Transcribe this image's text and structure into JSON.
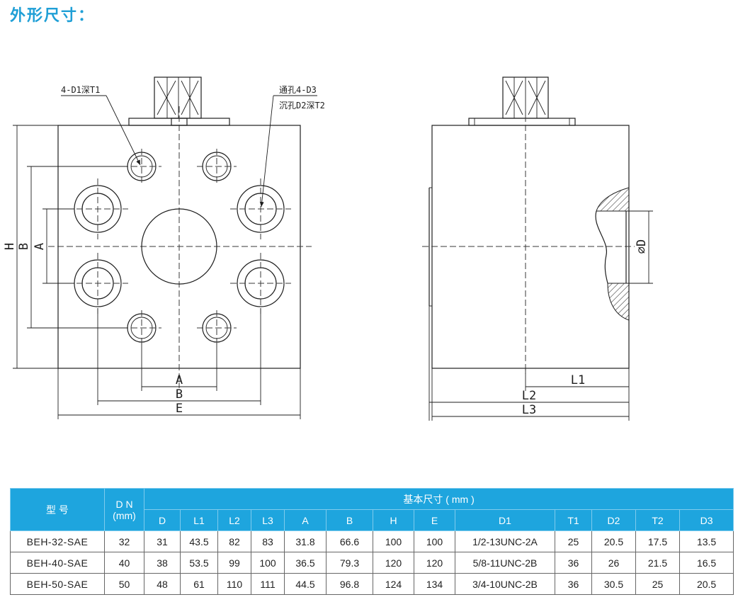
{
  "title": "外形尺寸：",
  "drawing": {
    "labels": {
      "d1": "4-D1深T1",
      "d3": "通孔4-D3",
      "d2": "沉孔D2深T2",
      "H": "H",
      "B": "B",
      "A": "A",
      "E": "E",
      "L1": "L1",
      "L2": "L2",
      "L3": "L3",
      "D": "⌀D"
    }
  },
  "table": {
    "header_model": "型 号",
    "header_dn": "D N",
    "header_dn_unit": "(mm)",
    "header_group": "基本尺寸 ( mm )",
    "columns": [
      "D",
      "L1",
      "L2",
      "L3",
      "A",
      "B",
      "H",
      "E",
      "D1",
      "T1",
      "D2",
      "T2",
      "D3"
    ],
    "rows": [
      {
        "model": "BEH-32-SAE",
        "dn": "32",
        "vals": [
          "31",
          "43.5",
          "82",
          "83",
          "31.8",
          "66.6",
          "100",
          "100",
          "1/2-13UNC-2A",
          "25",
          "20.5",
          "17.5",
          "13.5"
        ]
      },
      {
        "model": "BEH-40-SAE",
        "dn": "40",
        "vals": [
          "38",
          "53.5",
          "99",
          "100",
          "36.5",
          "79.3",
          "120",
          "120",
          "5/8-11UNC-2B",
          "36",
          "26",
          "21.5",
          "16.5"
        ]
      },
      {
        "model": "BEH-50-SAE",
        "dn": "50",
        "vals": [
          "48",
          "61",
          "110",
          "111",
          "44.5",
          "96.8",
          "124",
          "134",
          "3/4-10UNC-2B",
          "36",
          "30.5",
          "25",
          "20.5"
        ]
      }
    ]
  }
}
